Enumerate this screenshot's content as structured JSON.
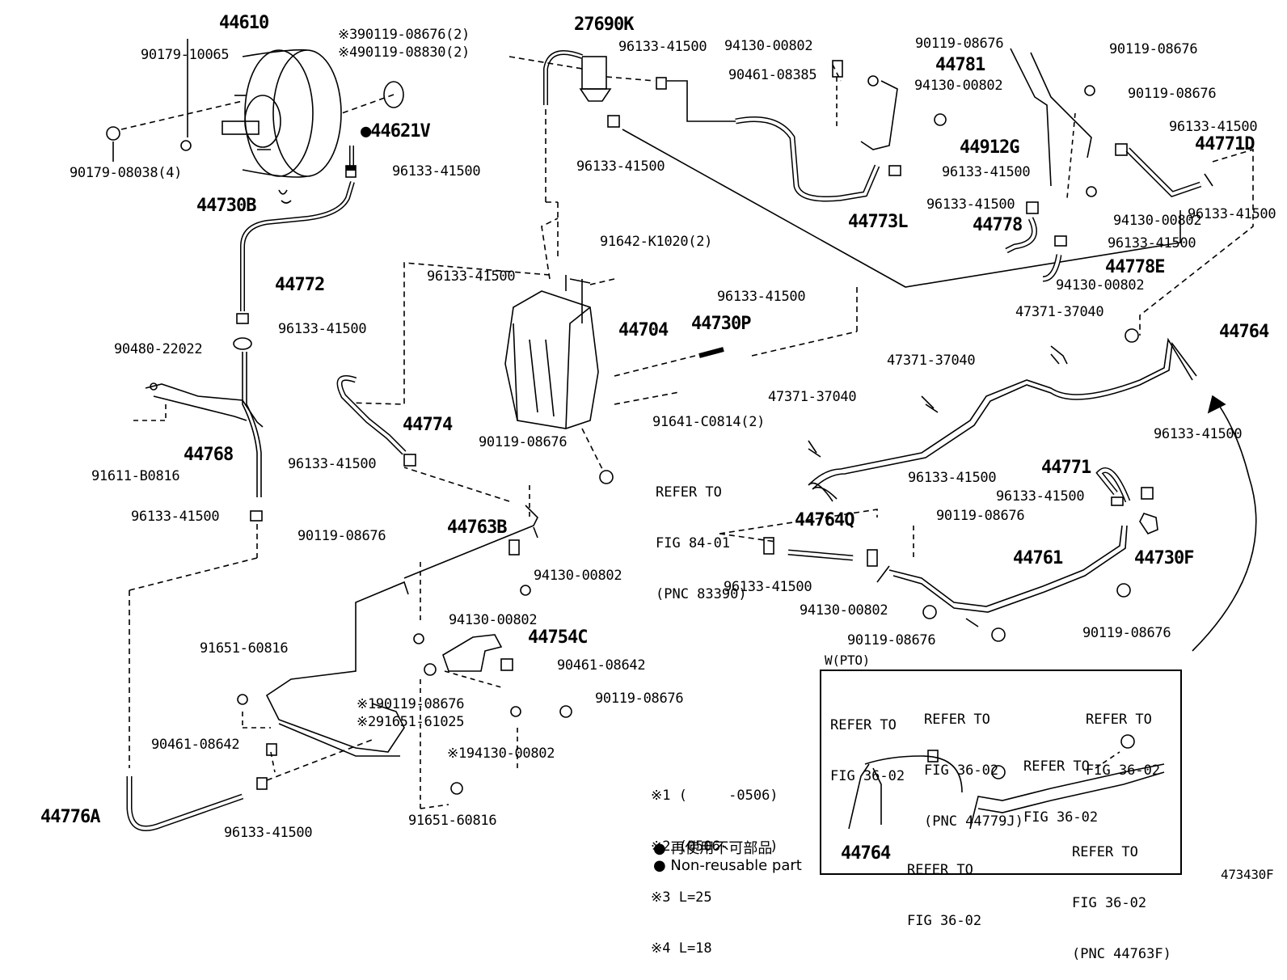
{
  "callouts": {
    "p44610": "44610",
    "p90179_10065": "90179-10065",
    "p90179_08038": "90179-08038(4)",
    "p44621V": "●44621V",
    "p96133_a": "96133-41500",
    "p44730B": "44730B",
    "p44772": "44772",
    "p96133_b": "96133-41500",
    "p90480": "90480-22022",
    "p91611": "91611-B0816",
    "p44768": "44768",
    "p96133_c": "96133-41500",
    "p390119": "※390119-08676(2)",
    "p490119": "※490119-08830(2)",
    "p27690K": "27690K",
    "p96133_d": "96133-41500",
    "p96133_e": "96133-41500",
    "p94130_a": "94130-00802",
    "p90461_08385": "90461-08385",
    "p90119_a": "90119-08676",
    "p44781": "44781",
    "p94130_b": "94130-00802",
    "p96133_f": "96133-41500",
    "p44773L": "44773L",
    "p90119_b": "90119-08676",
    "p90119_c": "90119-08676",
    "p96133_g": "96133-41500",
    "p44771D": "44771D",
    "p44912G": "44912G",
    "p96133_h": "96133-41500",
    "p44778": "44778",
    "p94130_c": "94130-00802",
    "p96133_i": "96133-41500",
    "p96133_j": "96133-41500",
    "p44778E": "44778E",
    "p91642": "91642-K1020(2)",
    "p96133_k": "96133-41500",
    "p44704": "44704",
    "p96133_l": "96133-41500",
    "p44730P": "44730P",
    "p94130_d": "94130-00802",
    "p47371_a": "47371-37040",
    "p44764": "44764",
    "p47371_b": "47371-37040",
    "p47371_c": "47371-37040",
    "p44774": "44774",
    "p96133_m": "96133-41500",
    "p90119_d": "90119-08676",
    "p91641": "91641-C0814(2)",
    "p96133_n": "96133-41500",
    "p44771": "44771",
    "p96133_o": "96133-41500",
    "p96133_p": "96133-41500",
    "p90119_e": "90119-08676",
    "p44764Q": "44764Q",
    "p44730F": "44730F",
    "p44763B": "44763B",
    "p90119_f": "90119-08676",
    "p94130_e": "94130-00802",
    "p96133_q": "96133-41500",
    "p44761": "44761",
    "p94130_f": "94130-00802",
    "p90119_g": "90119-08676",
    "p90119_h": "90119-08676",
    "p94130_g": "94130-00802",
    "p44754C": "44754C",
    "p90461_08642a": "90461-08642",
    "p91651_a": "91651-60816",
    "p90119_i": "90119-08676",
    "p190119": "※190119-08676",
    "p291651": "※291651-61025",
    "p90461_08642b": "90461-08642",
    "p194130": "※194130-00802",
    "p44776A": "44776A",
    "p96133_r": "96133-41500",
    "p91651_b": "91651-60816",
    "p44764b": "44764"
  },
  "refer_main": [
    "REFER TO",
    "FIG 84-01",
    "(PNC 83390)"
  ],
  "notes": {
    "n1": "※1 (     -0506)",
    "n2": "※2 (0506-     )",
    "n3": "※3 L=25",
    "n4": "※4 L=18"
  },
  "legend": {
    "jp": "● 再使用不可部品",
    "en": "● Non-reusable part"
  },
  "inset": {
    "title": "W(PTO)",
    "r1": [
      "REFER TO",
      "FIG 36-02"
    ],
    "r2": [
      "REFER TO",
      "FIG 36-02",
      "(PNC 44779J)"
    ],
    "r3": [
      "REFER TO",
      "FIG 36-02"
    ],
    "r4": [
      "REFER TO",
      "FIG 36-02"
    ],
    "r5": [
      "REFER TO",
      "FIG 36-02"
    ],
    "r6": [
      "REFER TO",
      "FIG 36-02",
      "(PNC 44763F)"
    ]
  },
  "figure_id": "473430F"
}
